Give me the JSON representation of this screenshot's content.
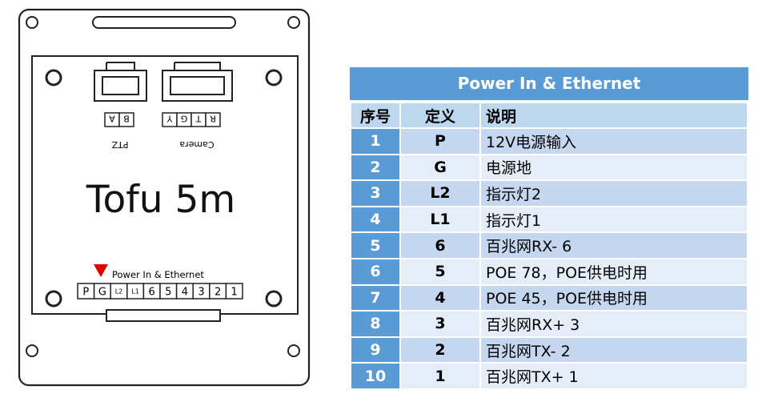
{
  "board": {
    "title": "Tofu 5m",
    "power_label": "Power In & Ethernet",
    "ptz_label": "PTZ",
    "camera_label": "Camera",
    "ptz_pins": [
      "A",
      "B"
    ],
    "camera_pins": [
      "Y",
      "G",
      "T",
      "R"
    ],
    "bottom_pins": [
      "P",
      "G",
      "L2",
      "L1",
      "6",
      "5",
      "4",
      "3",
      "2",
      "1"
    ],
    "marker_color": "#e00000"
  },
  "table": {
    "title": "Power In & Ethernet",
    "headers": [
      "序号",
      "定义",
      "说明"
    ],
    "rows": [
      {
        "index": "1",
        "def": "P",
        "desc": "12V电源输入"
      },
      {
        "index": "2",
        "def": "G",
        "desc": "电源地"
      },
      {
        "index": "3",
        "def": "L2",
        "desc": "指示灯2"
      },
      {
        "index": "4",
        "def": "L1",
        "desc": "指示灯1"
      },
      {
        "index": "5",
        "def": "6",
        "desc": "百兆网RX- 6"
      },
      {
        "index": "6",
        "def": "5",
        "desc": "POE 78，POE供电时用"
      },
      {
        "index": "7",
        "def": "4",
        "desc": "POE 45，POE供电时用"
      },
      {
        "index": "8",
        "def": "3",
        "desc": "百兆网RX+ 3"
      },
      {
        "index": "9",
        "def": "2",
        "desc": "百兆网TX-  2"
      },
      {
        "index": "10",
        "def": "1",
        "desc": "百兆网TX+ 1"
      }
    ],
    "header_color": "#5b9bd5",
    "subheader_color": "#bdd7ee",
    "row_color_a": "#c5d7ef",
    "row_color_b": "#e5edf8"
  }
}
